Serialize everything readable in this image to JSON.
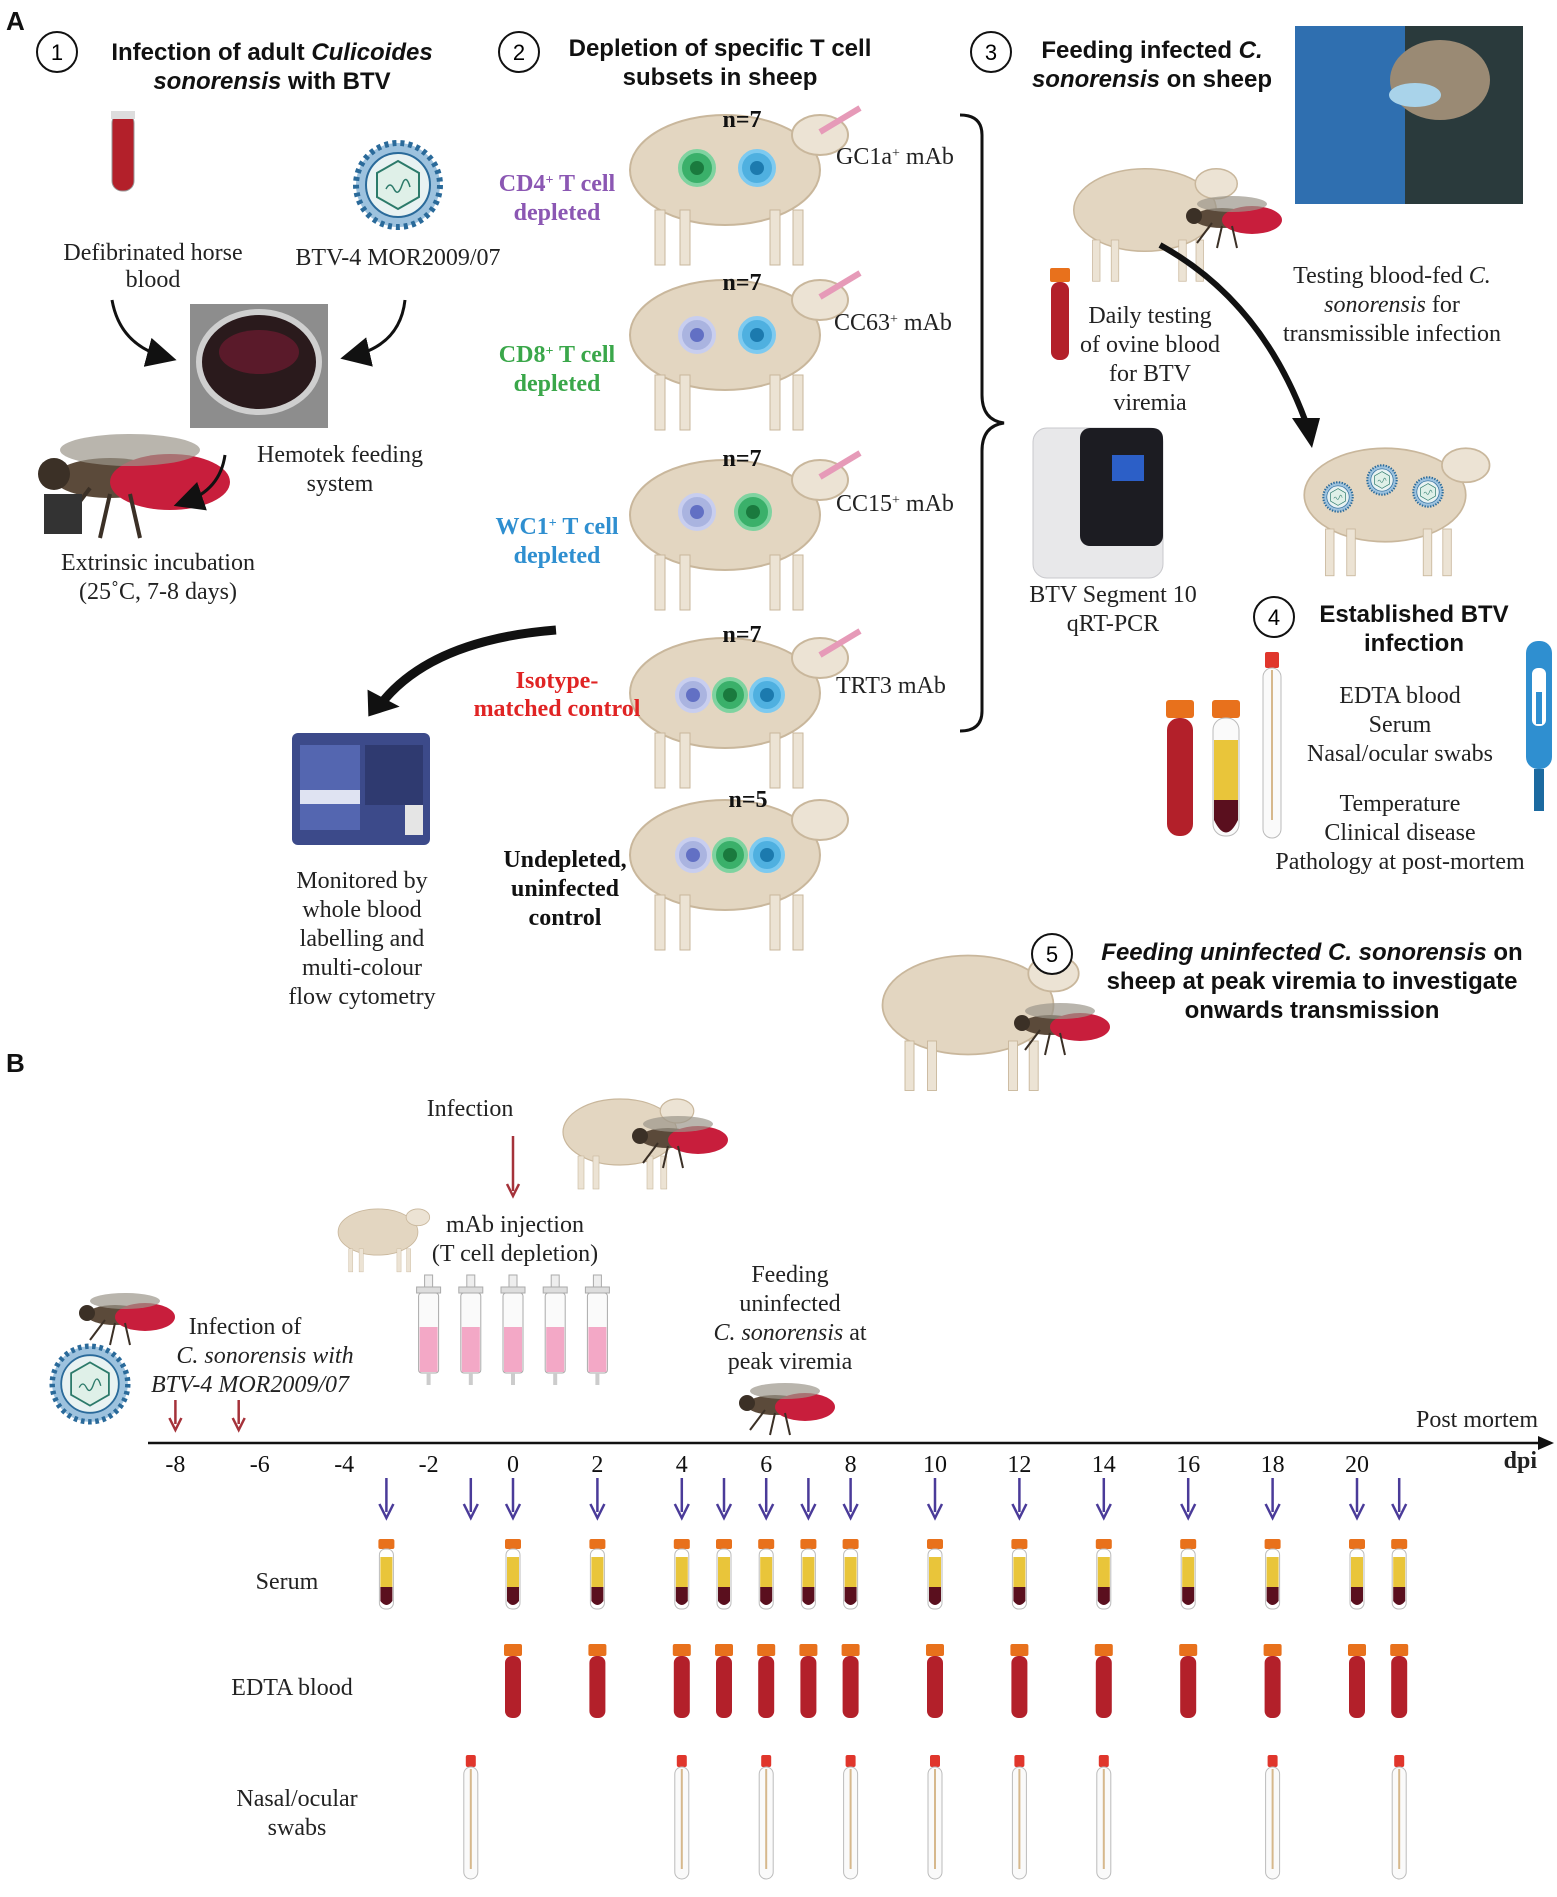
{
  "panel_a": {
    "label": "A",
    "step1": {
      "num": "1",
      "title_l1_a": "Infection of adult ",
      "title_l1_b": "Culicoides",
      "title_l2_a": "sonorensis",
      "title_l2_b": " with BTV",
      "horse_blood_l1": "Defibrinated horse",
      "horse_blood_l2": "blood",
      "virus": "BTV-4 MOR2009/07",
      "hemotek_l1": "Hemotek feeding",
      "hemotek_l2": "system",
      "incubation_l1": "Extrinsic incubation",
      "incubation_l2": "(25˚C, 7-8 days)"
    },
    "step2": {
      "num": "2",
      "title_l1": "Depletion of specific T cell",
      "title_l2": "subsets in sheep",
      "groups": [
        {
          "n": "n=7",
          "mab": "GC1a",
          "mab_sup": "+",
          "mab_suffix": " mAb",
          "label_l1": "CD4",
          "label_sup": "+",
          "label_l1_b": " T cell",
          "label_l2": "depleted",
          "color": "#8b57b3"
        },
        {
          "n": "n=7",
          "mab": "CC63",
          "mab_sup": "+",
          "mab_suffix": " mAb",
          "label_l1": "CD8",
          "label_sup": "+",
          "label_l1_b": " T cell",
          "label_l2": "depleted",
          "color": "#3aa74a"
        },
        {
          "n": "n=7",
          "mab": "CC15",
          "mab_sup": "+",
          "mab_suffix": " mAb",
          "label_l1": "WC1",
          "label_sup": "+",
          "label_l1_b": " T cell",
          "label_l2": "depleted",
          "color": "#2f8fd0"
        },
        {
          "n": "n=7",
          "mab": "TRT3 mAb",
          "mab_sup": "",
          "mab_suffix": "",
          "label_l1": "Isotype-",
          "label_sup": "",
          "label_l1_b": "",
          "label_l2": "matched control",
          "color": "#e02424"
        },
        {
          "n": "n=5",
          "mab": "",
          "mab_sup": "",
          "mab_suffix": "",
          "label_l1": "Undepleted,",
          "label_sup": "",
          "label_l1_b": "",
          "label_l2": "uninfected",
          "label_l3": "control",
          "color": "#111111"
        }
      ],
      "flow_l1": "Monitored by",
      "flow_l2": "whole blood",
      "flow_l3": "labelling and",
      "flow_l4": "multi-colour",
      "flow_l5": "flow cytometry"
    },
    "step3": {
      "num": "3",
      "title_l1_a": "Feeding infected ",
      "title_l1_b": "C.",
      "title_l2_a": "sonorensis",
      "title_l2_b": " on sheep",
      "daily_l1": "Daily testing",
      "daily_l2": "of ovine blood",
      "daily_l3": "for BTV",
      "daily_l4": "viremia",
      "pcr_l1": "BTV Segment 10",
      "pcr_l2": "qRT-PCR",
      "testing_l1_a": "Testing blood-fed ",
      "testing_l1_b": "C.",
      "testing_l2_a": "sonorensis",
      "testing_l2_b": " for",
      "testing_l3": "transmissible infection"
    },
    "step4": {
      "num": "4",
      "title_l1": "Established BTV",
      "title_l2": "infection",
      "items": [
        "EDTA blood",
        "Serum",
        "Nasal/ocular swabs",
        "Temperature",
        "Clinical disease",
        "Pathology at post-mortem"
      ]
    },
    "step5": {
      "num": "5",
      "title_l1_a": "Feeding uninfected ",
      "title_l1_b": "C. sonorensis",
      "title_l1_c": " on",
      "title_l2": "sheep at peak viremia to investigate",
      "title_l3": "onwards transmission"
    }
  },
  "panel_b": {
    "label": "B",
    "infection": "Infection",
    "mab_l1": "mAb injection",
    "mab_l2": "(T cell depletion)",
    "infection_of_l1": "Infection of",
    "infection_of_l2": "C. sonorensis with",
    "infection_of_l3": "BTV-4 MOR2009/07",
    "feeding_l1": "Feeding",
    "feeding_l2": "uninfected",
    "feeding_l3_a": "C. sonorensis",
    "feeding_l3_b": " at",
    "feeding_l4": "peak viremia",
    "post_mortem": "Post mortem",
    "axis_label": "dpi",
    "ticks": [
      "-8",
      "-6",
      "-4",
      "-2",
      "0",
      "2",
      "4",
      "6",
      "8",
      "10",
      "12",
      "14",
      "16",
      "18",
      "20"
    ],
    "rows": [
      "Serum",
      "EDTA blood",
      "Nasal/ocular",
      "swabs"
    ],
    "sampling_days": {
      "serum": [
        -3,
        0,
        2,
        4,
        5,
        6,
        7,
        8,
        10,
        12,
        14,
        16,
        18,
        20,
        21
      ],
      "edta": [
        0,
        2,
        4,
        5,
        6,
        7,
        8,
        10,
        12,
        14,
        16,
        18,
        20,
        21
      ],
      "swabs": [
        -1,
        4,
        6,
        8,
        10,
        12,
        14,
        18,
        21
      ],
      "arrows": [
        -3,
        -1,
        0,
        2,
        4,
        5,
        6,
        7,
        8,
        10,
        12,
        14,
        16,
        18,
        20,
        21
      ],
      "mab": [
        -2,
        -1,
        0,
        1,
        2
      ],
      "infection_culicoides": [
        -8,
        -6.5
      ]
    }
  },
  "colors": {
    "sheep": "#e3d6c1",
    "arrow_purple": "#4a3b99",
    "arrow_red": "#a5323a",
    "blood": "#b3202a",
    "cap_orange": "#e8711c",
    "serum_yellow": "#e9c53a"
  }
}
